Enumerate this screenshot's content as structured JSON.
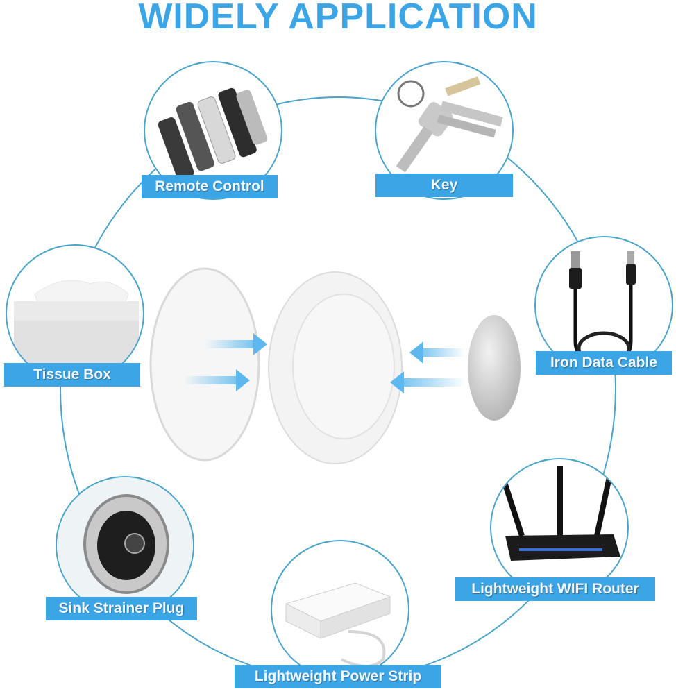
{
  "title": "WIDELY APPLICATION",
  "colors": {
    "accent": "#3ba5e6",
    "ring": "#4aa3c8",
    "label_text": "#f2f7fb"
  },
  "center_product": {
    "parts": [
      "adhesive-pad",
      "magnetic-holder",
      "metal-plate"
    ],
    "arrows": [
      "right-arrow",
      "right-arrow",
      "left-arrow",
      "left-arrow"
    ]
  },
  "applications": [
    {
      "label": "Remote Control",
      "icon": "remote-control-image"
    },
    {
      "label": "Key",
      "icon": "key-image"
    },
    {
      "label": "Tissue Box",
      "icon": "tissue-box-image"
    },
    {
      "label": "Iron Data Cable",
      "icon": "usb-cable-image"
    },
    {
      "label": "Sink Strainer Plug",
      "icon": "sink-plug-image"
    },
    {
      "label": "Lightweight WIFI Router",
      "icon": "wifi-router-image"
    },
    {
      "label": "Lightweight Power Strip",
      "icon": "power-strip-image"
    }
  ]
}
